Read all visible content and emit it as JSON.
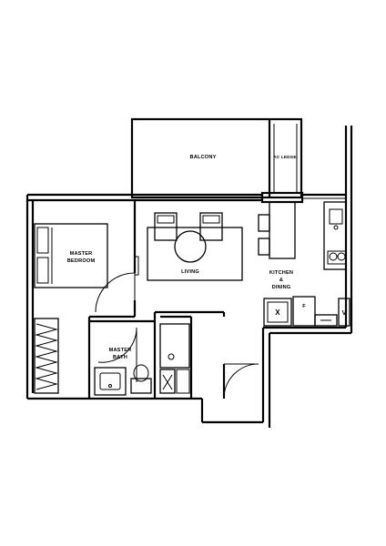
{
  "rooms": {
    "balcony": "BALCONY",
    "ac_ledge": "AC LEDGE",
    "master_bedroom_line1": "MASTER",
    "master_bedroom_line2": "BEDROOM",
    "living": "LIVING",
    "kitchen_line1": "KITCHEN",
    "kitchen_line2": "&",
    "kitchen_line3": "DINING",
    "master_bath_line1": "MASTER",
    "master_bath_line2": "BATH"
  },
  "fixtures": {
    "fridge": "F",
    "washer": "X",
    "dryer": "V"
  }
}
